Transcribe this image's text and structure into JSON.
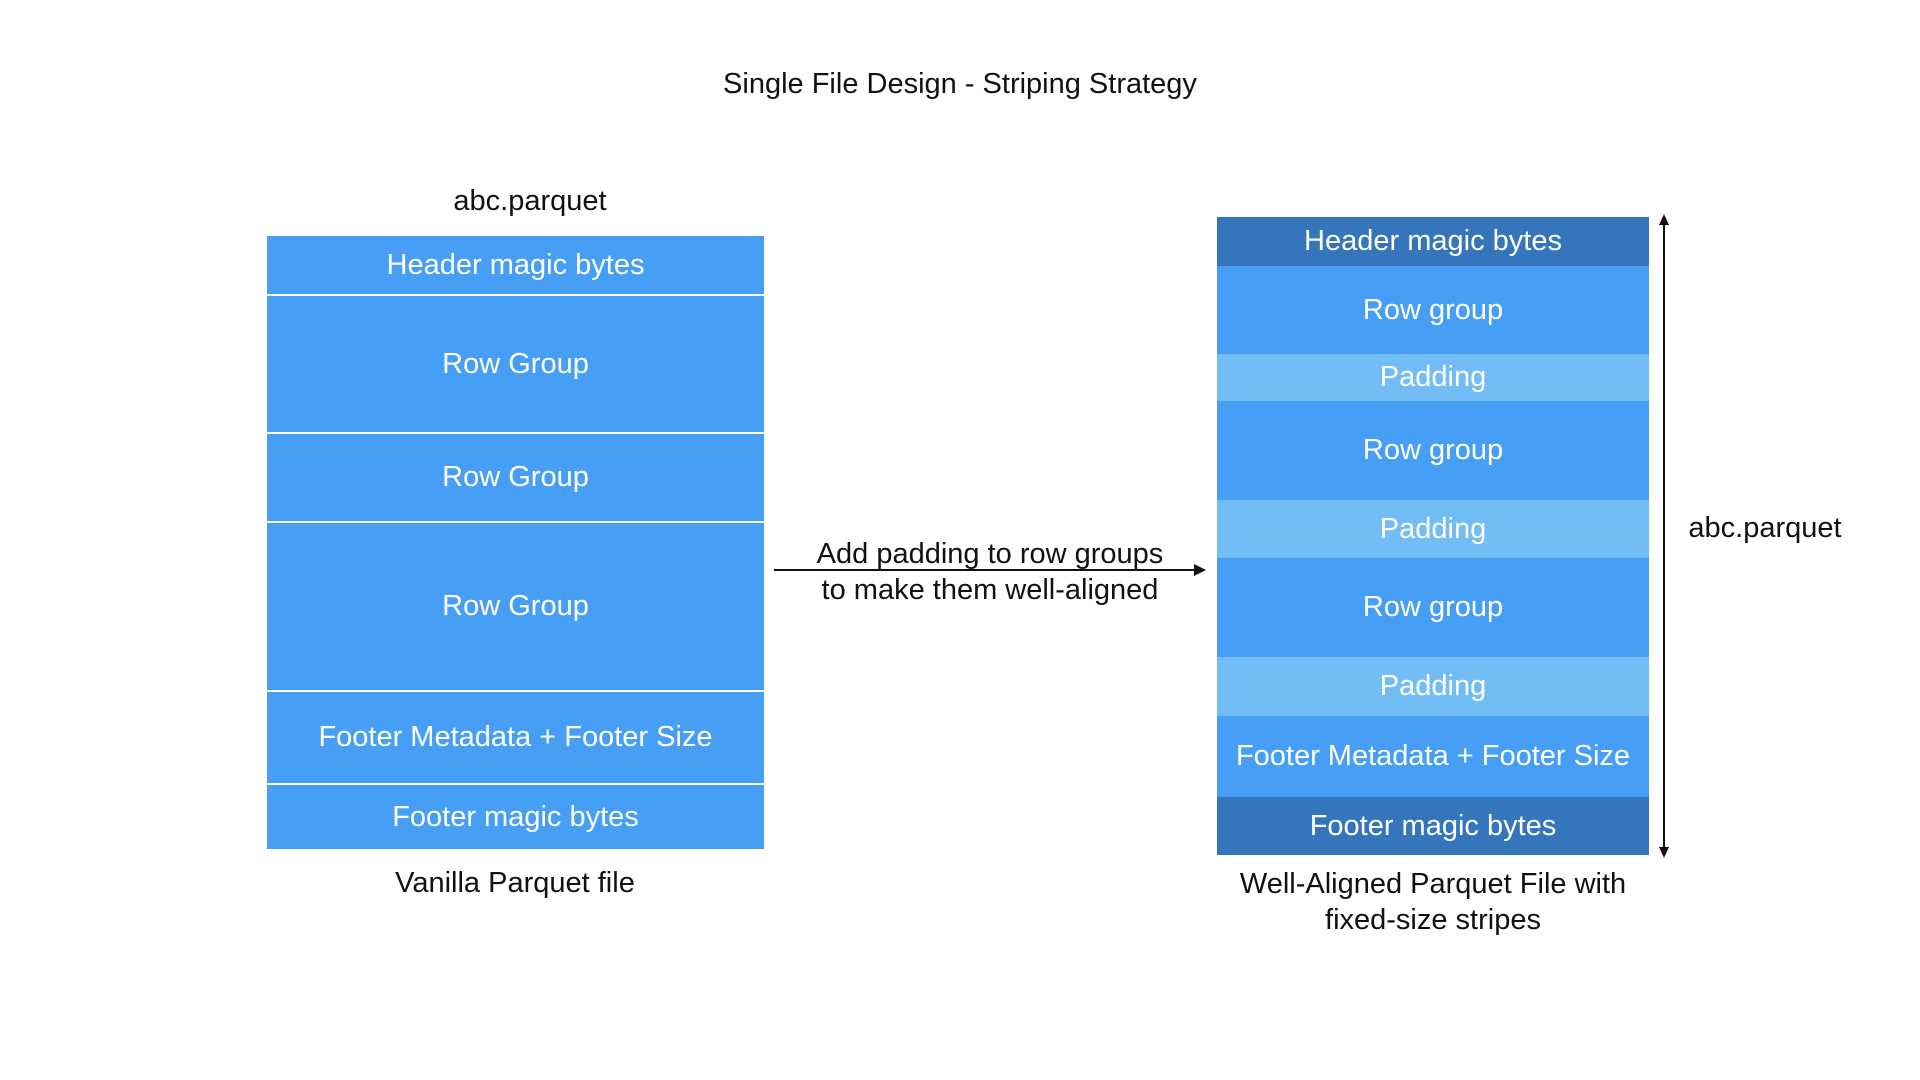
{
  "title": "Single File Design - Striping Strategy",
  "colors": {
    "block": "#469ef5",
    "padding": "#73bdf7",
    "magic_dark": "#3475bb",
    "text_on_block": "#ffffff"
  },
  "left": {
    "file_label": "abc.parquet",
    "caption": "Vanilla Parquet file",
    "blocks": [
      {
        "label": "Header magic bytes"
      },
      {
        "label": "Row Group"
      },
      {
        "label": "Row Group"
      },
      {
        "label": "Row Group"
      },
      {
        "label": "Footer Metadata + Footer Size"
      },
      {
        "label": "Footer magic bytes"
      }
    ]
  },
  "arrow": {
    "line1": "Add padding to row groups",
    "line2": "to make them well-aligned"
  },
  "right": {
    "file_label": "abc.parquet",
    "caption_line1": "Well-Aligned Parquet File with",
    "caption_line2": "fixed-size stripes",
    "blocks": [
      {
        "label": "Header magic bytes",
        "kind": "magic"
      },
      {
        "label": "Row group",
        "kind": "block"
      },
      {
        "label": "Padding",
        "kind": "padding"
      },
      {
        "label": "Row group",
        "kind": "block"
      },
      {
        "label": "Padding",
        "kind": "padding"
      },
      {
        "label": "Row group",
        "kind": "block"
      },
      {
        "label": "Padding",
        "kind": "padding"
      },
      {
        "label": "Footer Metadata + Footer Size",
        "kind": "block"
      },
      {
        "label": "Footer magic bytes",
        "kind": "magic"
      }
    ]
  }
}
